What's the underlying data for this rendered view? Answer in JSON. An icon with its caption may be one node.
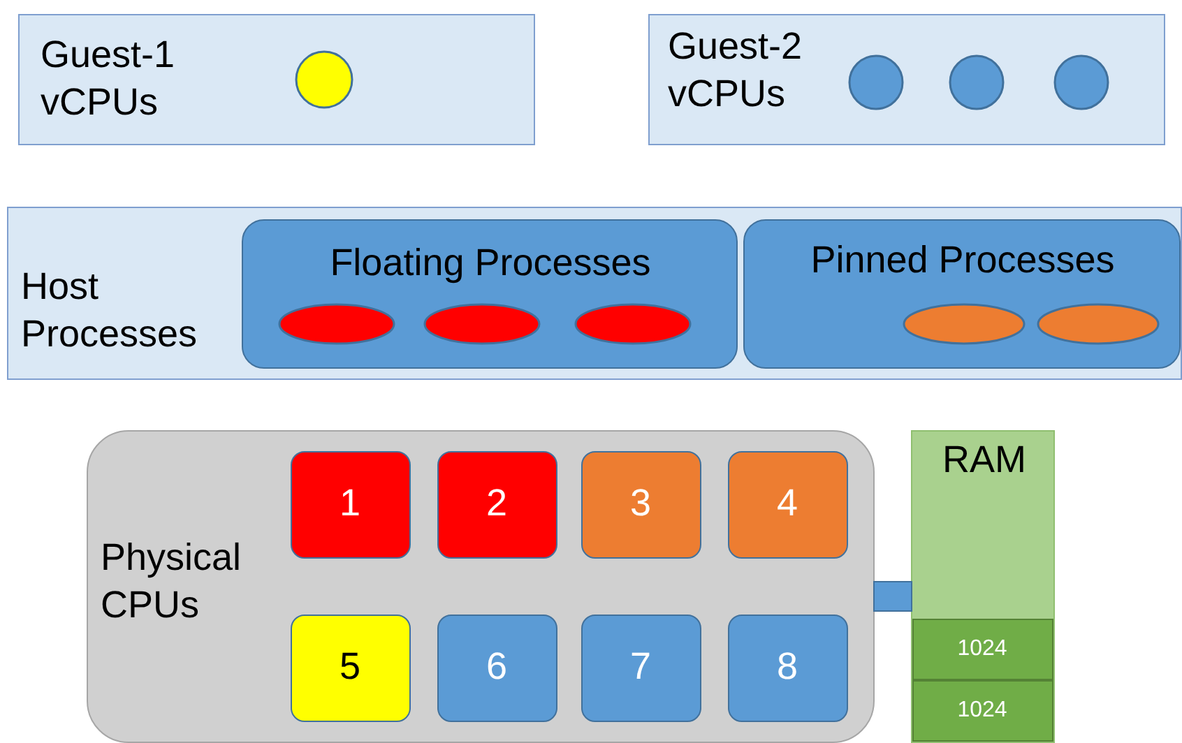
{
  "diagram": {
    "nodes": [
      {
        "text": [
          "Guest-1 vCPUs"
        ]
      },
      {
        "text": [],
        "shape": "circle",
        "in": 0
      },
      {
        "text": [
          "Guest-2 vCPUs"
        ]
      },
      {
        "text": [],
        "shape": "circle",
        "in": 2
      },
      {
        "text": [],
        "shape": "circle",
        "in": 2
      },
      {
        "text": [],
        "shape": "circle",
        "in": 2
      },
      {
        "text": [
          "Host Processes"
        ]
      },
      {
        "text": [
          "Floating Processes"
        ],
        "in": 6
      },
      {
        "text": [],
        "shape": "ellipse",
        "in": 7
      },
      {
        "text": [],
        "shape": "ellipse",
        "in": 7
      },
      {
        "text": [],
        "shape": "ellipse",
        "in": 7
      },
      {
        "text": [
          "Pinned Processes"
        ],
        "in": 6
      },
      {
        "text": [],
        "shape": "ellipse",
        "in": 11
      },
      {
        "text": [],
        "shape": "ellipse",
        "in": 11
      },
      {
        "text": [
          "Physical CPUs"
        ]
      },
      {
        "text": [
          "1"
        ],
        "in": 14
      },
      {
        "text": [
          "2"
        ],
        "in": 14
      },
      {
        "text": [
          "3"
        ],
        "in": 14
      },
      {
        "text": [
          "4"
        ],
        "in": 14
      },
      {
        "text": [
          "5"
        ],
        "in": 14
      },
      {
        "text": [
          "6"
        ],
        "in": 14
      },
      {
        "text": [
          "7"
        ],
        "in": 14
      },
      {
        "text": [
          "8"
        ],
        "in": 14
      },
      {
        "text": [
          "RAM"
        ]
      },
      {
        "text": [
          "1024"
        ],
        "in": 23
      },
      {
        "text": [
          "1024"
        ],
        "in": 23
      }
    ]
  }
}
